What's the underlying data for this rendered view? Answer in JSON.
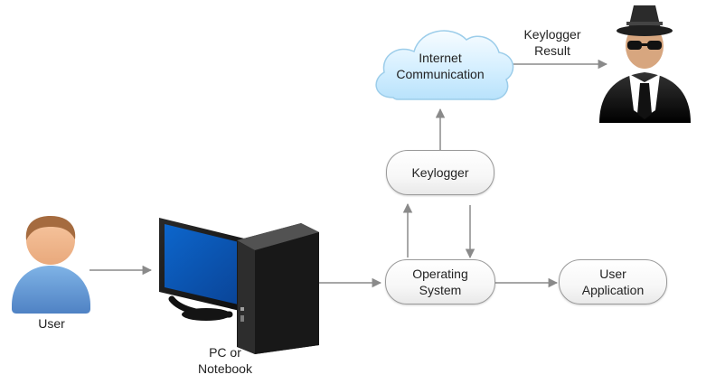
{
  "diagram": {
    "nodes": {
      "user": {
        "label": "User",
        "icon": "user-icon"
      },
      "pc": {
        "label": "PC or\nNotebook",
        "icon": "computer-icon"
      },
      "operating_system": {
        "label": "Operating\nSystem"
      },
      "keylogger": {
        "label": "Keylogger"
      },
      "internet": {
        "label": "Internet\nCommunication",
        "icon": "cloud-icon"
      },
      "user_application": {
        "label": "User\nApplication"
      },
      "attacker": {
        "icon": "hacker-icon"
      }
    },
    "edges": {
      "keylogger_result": "Keylogger\nResult"
    }
  }
}
